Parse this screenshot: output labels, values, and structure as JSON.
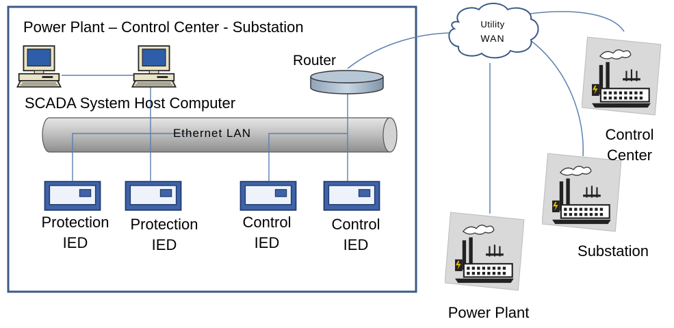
{
  "diagram": {
    "title": "Power Plant – Control Center - Substation",
    "host_label": "SCADA System Host Computer",
    "router_label": "Router",
    "lan_label": "Ethernet LAN",
    "wan_label_line1": "Utility",
    "wan_label_line2": "WAN",
    "ieds": [
      {
        "line1": "Protection",
        "line2": "IED"
      },
      {
        "line1": "Protection",
        "line2": "IED"
      },
      {
        "line1": "Control",
        "line2": "IED"
      },
      {
        "line1": "Control",
        "line2": "IED"
      }
    ],
    "sites": [
      {
        "line1": "Control",
        "line2": "Center"
      },
      {
        "line1": "Substation",
        "line2": ""
      },
      {
        "line1": "Power Plant",
        "line2": ""
      }
    ]
  }
}
